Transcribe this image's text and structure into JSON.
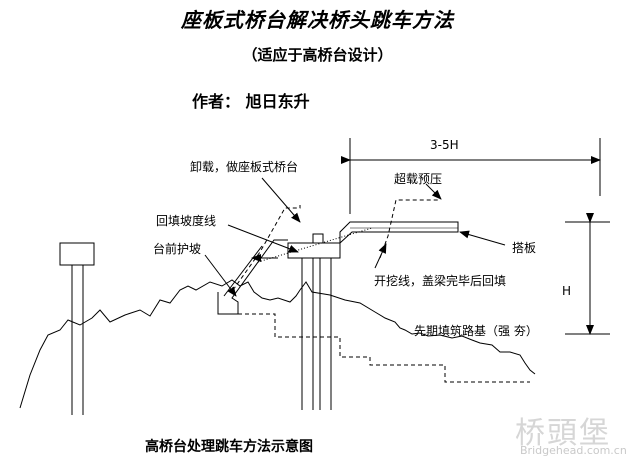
{
  "header": {
    "title": "座板式桥台解决桥头跳车方法",
    "subtitle": "（适应于高桥台设计）",
    "author": "作者：  旭日东升"
  },
  "labels": {
    "unload": "卸载，做座板式桥台",
    "overload": "超载预压",
    "backfill_slope": "回填坡度线",
    "front_slope": "台前护坡",
    "approach_slab": "搭板",
    "excavation": "开挖线，盖梁完毕后回填",
    "subgrade": "先期填筑路基（强  夯）",
    "span": "3-5H",
    "height": "H"
  },
  "caption": "高桥台处理跳车方法示意图",
  "watermark": {
    "logo": "桥頭堡",
    "url": "Bridgehead.com.cn"
  }
}
